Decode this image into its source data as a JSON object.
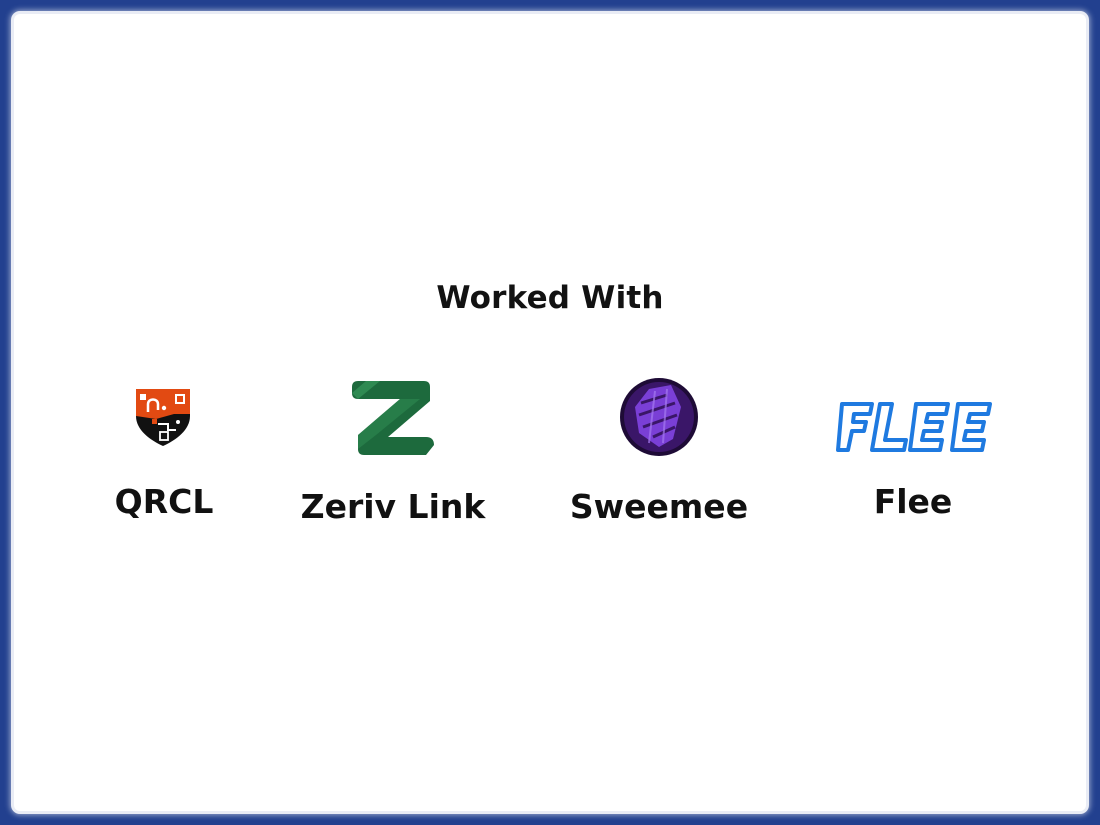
{
  "section": {
    "heading": "Worked With"
  },
  "partners": [
    {
      "name": "QRCL",
      "logo_icon": "qrcl-shield-logo",
      "colors": [
        "#e24a12",
        "#111111"
      ]
    },
    {
      "name": "Zeriv Link",
      "logo_icon": "zeriv-z-logo",
      "colors": [
        "#1c6b3f",
        "#2f8a52"
      ]
    },
    {
      "name": "Sweemee",
      "logo_icon": "sweemee-purple-circle-logo",
      "colors": [
        "#2a0f4a",
        "#7b3fd9"
      ]
    },
    {
      "name": "Flee",
      "logo_icon": "flee-wordmark-logo",
      "logo_text": "FLEE",
      "colors": [
        "#1f7ae0"
      ]
    }
  ],
  "frame_color": "#22408f"
}
